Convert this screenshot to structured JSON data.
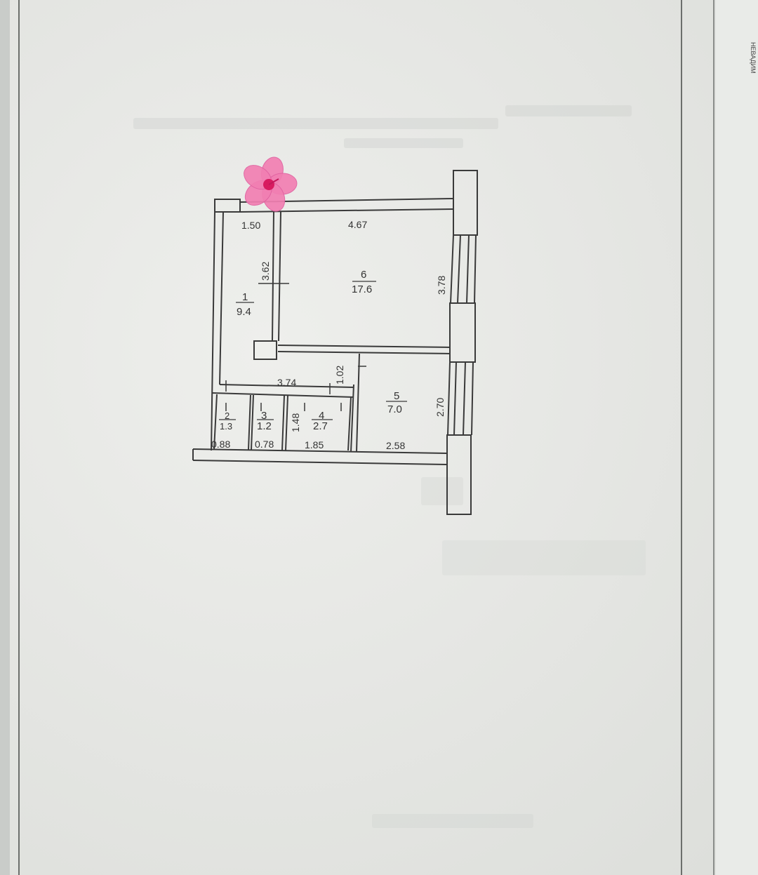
{
  "margin_note": "НЕВАДИМ",
  "dimensions": {
    "d_top_left": "1.50",
    "d_top_right": "4.67",
    "d_corridor_v": "3.62",
    "d_right_upper": "3.78",
    "d_corridor_h": "3.74",
    "d_small_v": "1.02",
    "d_right_lower": "2.70",
    "d_room4_v": "1.48",
    "d_b1": "0.88",
    "d_b2": "0.78",
    "d_b3": "1.85",
    "d_b4": "2.58"
  },
  "rooms": [
    {
      "number": "1",
      "area": "9.4"
    },
    {
      "number": "2",
      "area": "1.3"
    },
    {
      "number": "3",
      "area": "1.2"
    },
    {
      "number": "4",
      "area": "2.7"
    },
    {
      "number": "5",
      "area": "7.0"
    },
    {
      "number": "6",
      "area": "17.6"
    }
  ],
  "colors": {
    "line": "#3a3a3a",
    "flower_petal": "#f27fb2",
    "flower_center": "#d81b60"
  },
  "icons": [
    "flower-sticker"
  ]
}
